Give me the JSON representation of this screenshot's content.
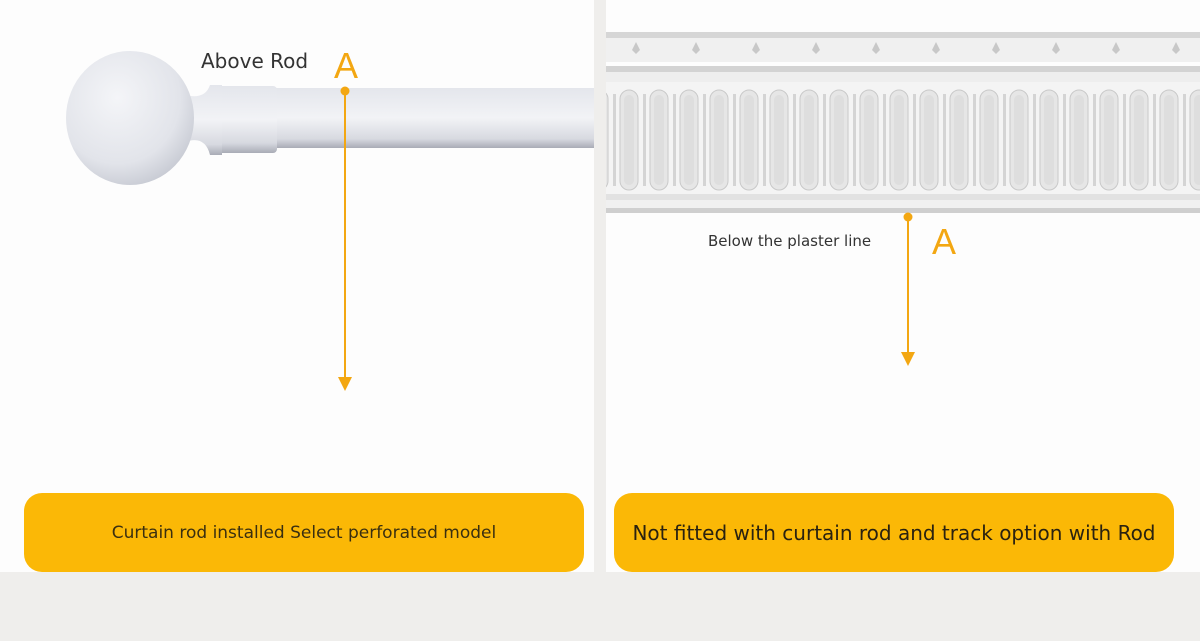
{
  "left": {
    "label": "Above Rod",
    "marker": "A",
    "button": "Curtain rod installed Select perforated model"
  },
  "right": {
    "label": "Below the plaster line",
    "marker": "A",
    "button": "Not fitted with curtain rod and track option with Rod"
  },
  "colors": {
    "accent": "#fbb806",
    "arrow": "#f3a712",
    "divider": "#efeeec"
  }
}
